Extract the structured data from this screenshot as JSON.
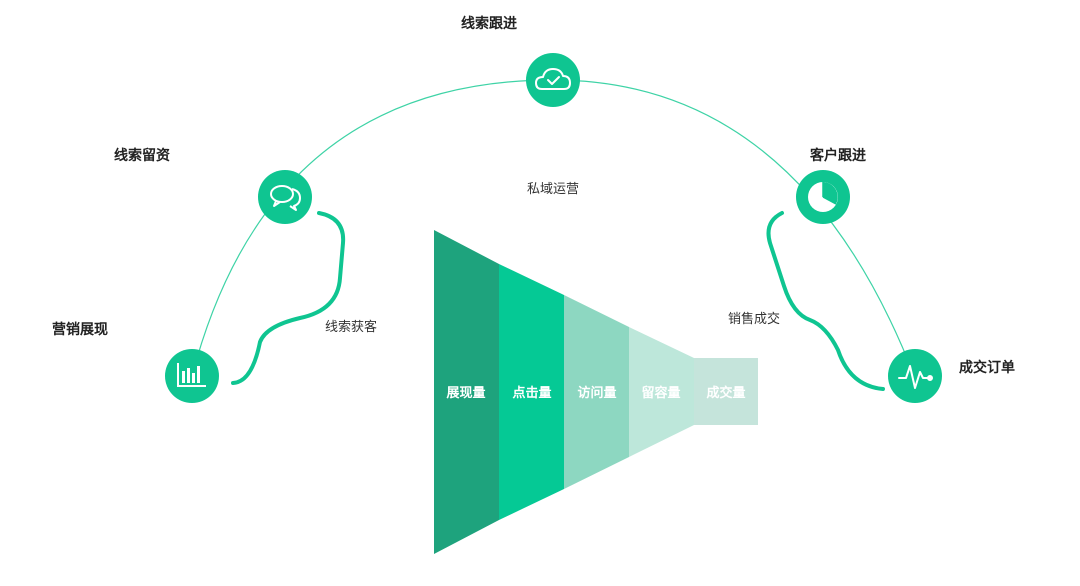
{
  "colors": {
    "accent": "#0fc591",
    "line": "#3ed3a6",
    "funnel": [
      "#1ea37d",
      "#05c995",
      "#8dd7c1",
      "#bde7da",
      "#c5e4db"
    ]
  },
  "nodes": [
    {
      "id": "yingxiao",
      "label": "营销展现",
      "icon": "bar-chart-icon"
    },
    {
      "id": "liuzi",
      "label": "线索留资",
      "icon": "chat-bubbles-icon"
    },
    {
      "id": "gengjin",
      "label": "线索跟进",
      "icon": "cloud-check-icon"
    },
    {
      "id": "kehu",
      "label": "客户跟进",
      "icon": "pie-chart-icon"
    },
    {
      "id": "dingdan",
      "label": "成交订单",
      "icon": "pulse-icon"
    }
  ],
  "annotations": {
    "left_brace": "线索获客",
    "center": "私域运营",
    "right_brace": "销售成交"
  },
  "funnel": {
    "stages": [
      "展现量",
      "点击量",
      "访问量",
      "留容量",
      "成交量"
    ]
  }
}
